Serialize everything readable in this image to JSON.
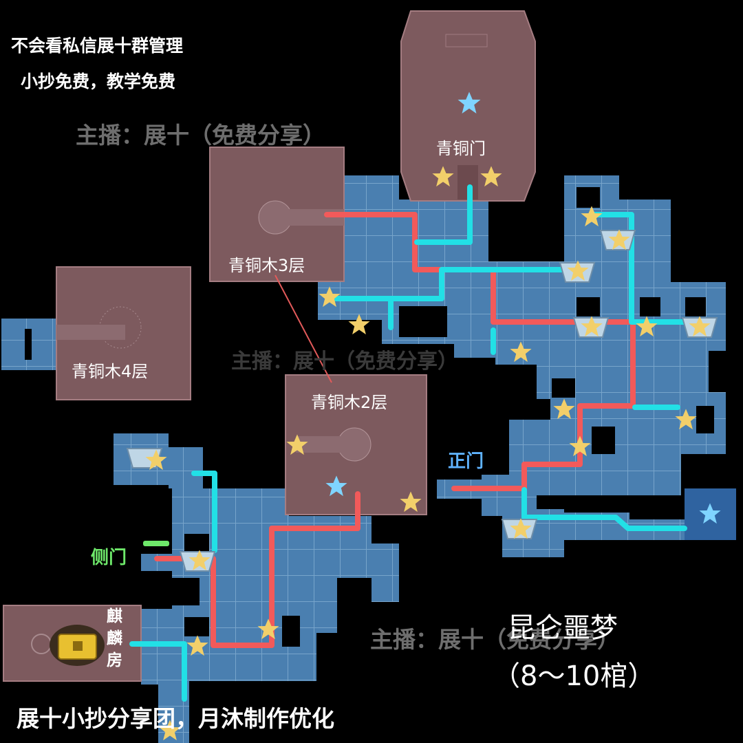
{
  "notes": {
    "line1": "不会看私信展十群管理",
    "line2": "小抄免费，教学免费"
  },
  "watermarks": {
    "top": "主播：展十（免费分享）",
    "middle": "主播：展十（免费分享）",
    "bottom": "主播：展十（免费分享）"
  },
  "rooms": {
    "bronze_gate": "青铜门",
    "bronze_wood_3": "青铜木3层",
    "bronze_wood_4": "青铜木4层",
    "bronze_wood_2": "青铜木2层",
    "qilin_room": "麒麟房"
  },
  "doors": {
    "main_gate": "正门",
    "side_gate": "侧门"
  },
  "map_title": "昆仑噩梦",
  "map_subtitle": "（8～10棺）",
  "credit": "展十小抄分享团，月沐制作优化",
  "colors": {
    "background": "#000000",
    "room_fill": "#7d5a5e",
    "corridor_fill": "#4a7fb0",
    "route_red": "#f25a5a",
    "route_cyan": "#22e0e6",
    "star_gold": "#f2cf6a",
    "star_blue": "#7fd4ff",
    "door_green": "#6ee86a",
    "door_blue": "#5fb3ff"
  }
}
